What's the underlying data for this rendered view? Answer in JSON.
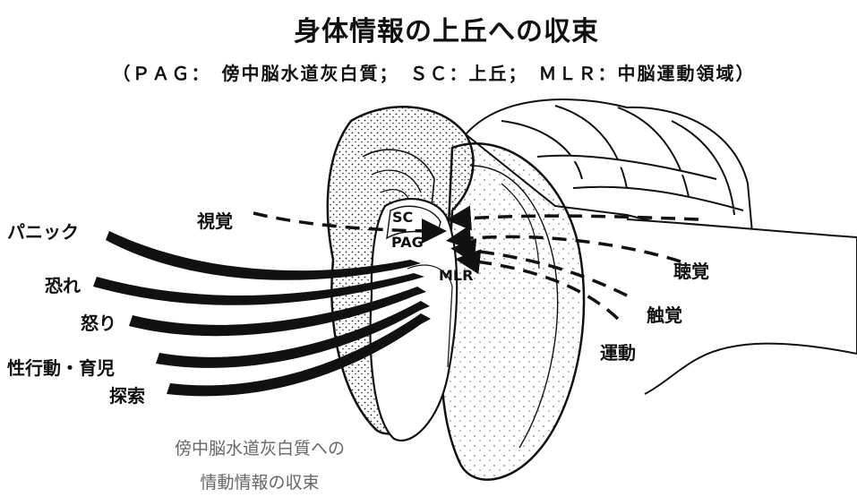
{
  "title": "身体情報の上丘への収束",
  "subtitle": "（ＰＡＧ：　傍中脳水道灰白質；　ＳＣ：上丘；　ＭＬＲ：中脳運動領域）",
  "regions": {
    "sc": "SC",
    "pag": "PAG",
    "mlr": "MLR"
  },
  "emotion_inputs": [
    "パニック",
    "恐れ",
    "怒り",
    "性行動・育児",
    "探索"
  ],
  "sensory_inputs": {
    "visual": "視覚",
    "auditory": "聴覚",
    "tactile": "触覚",
    "motor": "運動"
  },
  "caption": {
    "line1": "傍中脳水道灰白質への",
    "line2": "情動情報の収束"
  }
}
